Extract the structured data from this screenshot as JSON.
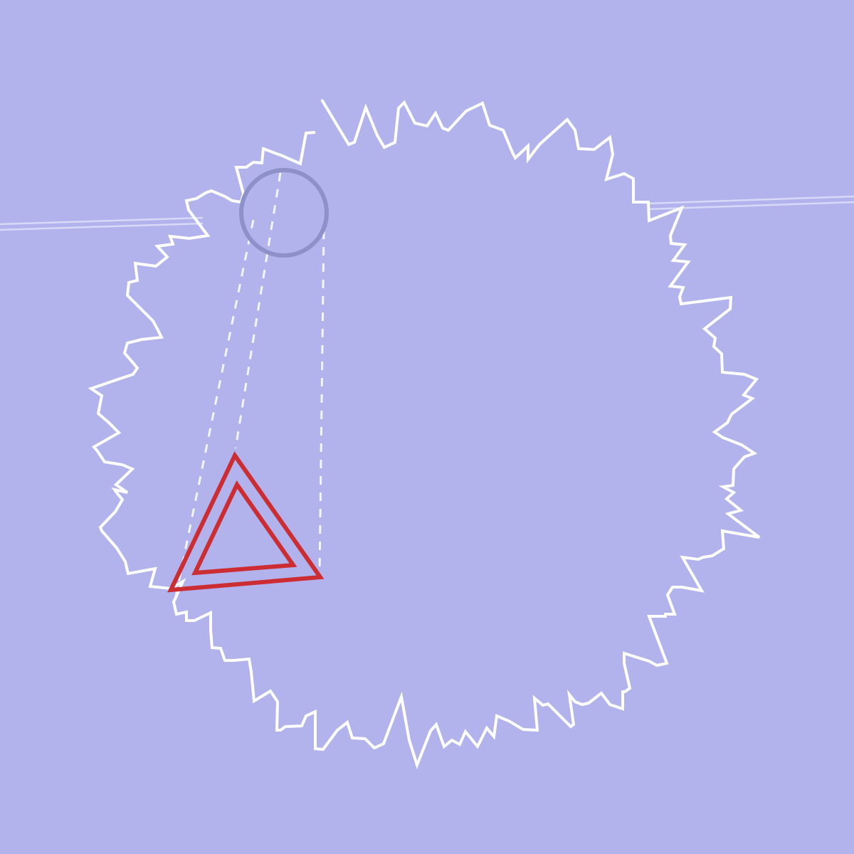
{
  "scene": {
    "background_color": "#b2b3ed",
    "boundary_color": "#ffffff",
    "track_color": "#d8d9f6",
    "marker_color": "#8e90c8",
    "player_color": "#cc2d33",
    "guide_color": "#f4f4fc"
  },
  "elements": {
    "boundary": "jagged-circular-boundary",
    "track": "horizontal-rail-line",
    "marker": "ring-marker",
    "player": "double-triangle-ship",
    "guides": "dashed-trajectory-guides"
  }
}
